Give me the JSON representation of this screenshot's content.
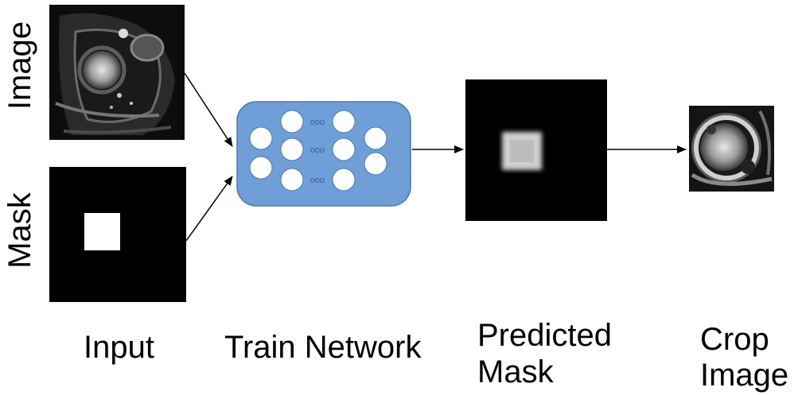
{
  "input": {
    "image_label": "Image",
    "mask_label": "Mask",
    "caption": "Input"
  },
  "network": {
    "caption": "Train Network",
    "node_color": "#ffffff",
    "box_color": "#6f9fd6",
    "box_border": "#4a79b4",
    "ellipsis": "ooo"
  },
  "predicted": {
    "caption_line1": "Predicted",
    "caption_line2": "Mask"
  },
  "crop": {
    "caption_line1": "Crop",
    "caption_line2": "Image"
  },
  "colors": {
    "mri_dark": "#0d0d0d",
    "mri_tissue": "#9a9a9a",
    "mask_white": "#ffffff",
    "arrow": "#000000"
  }
}
